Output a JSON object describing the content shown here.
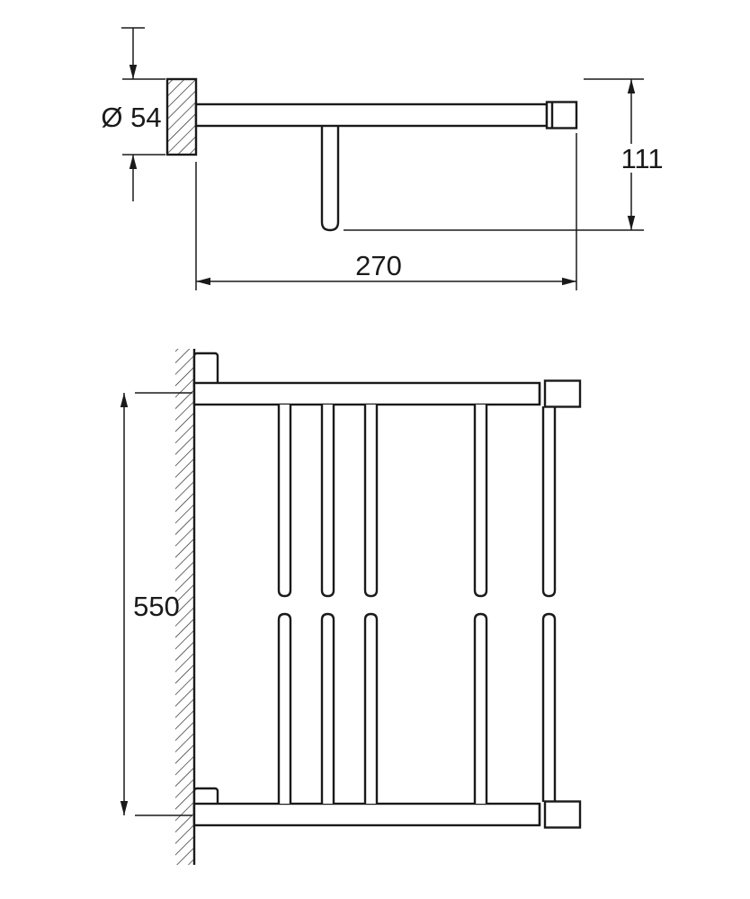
{
  "colors": {
    "background": "#ffffff",
    "ink": "#1a1a1a"
  },
  "drawing": {
    "type": "technical-dimension-drawing",
    "views": [
      "side-profile",
      "plan"
    ]
  },
  "dimensions": {
    "diameter": "Ø 54",
    "height": "111",
    "depth": "270",
    "width": "550"
  }
}
